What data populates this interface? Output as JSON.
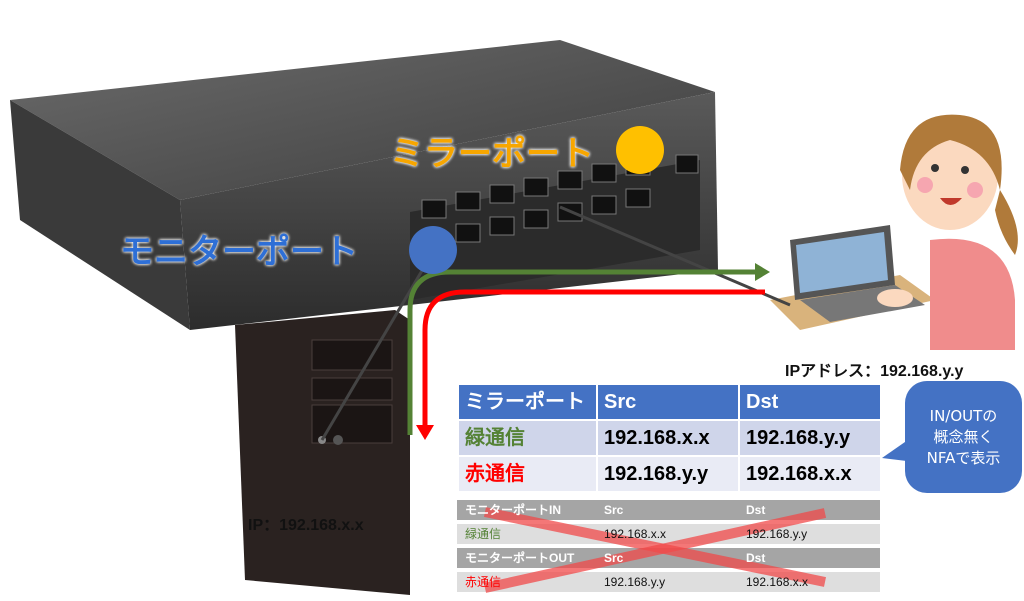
{
  "labels": {
    "mirror_port": "ミラーポート",
    "monitor_port": "モニターポート",
    "pc_ip": "IPアドレス：192.168.y.y",
    "server_ip": "IP：192.168.x.x"
  },
  "colors": {
    "mirror": "#ffc000",
    "monitor": "#4472c4",
    "green_flow": "#548235",
    "red_flow": "#ff0000"
  },
  "mirror_table": {
    "headers": [
      "ミラーポート",
      "Src",
      "Dst"
    ],
    "rows": [
      [
        "緑通信",
        "192.168.x.x",
        "192.168.y.y"
      ],
      [
        "赤通信",
        "192.168.y.y",
        "192.168.x.x"
      ]
    ]
  },
  "monitor_table": {
    "in_headers": [
      "モニターポートIN",
      "Src",
      "Dst"
    ],
    "in_row": [
      "緑通信",
      "192.168.x.x",
      "192.168.y.y"
    ],
    "out_headers": [
      "モニターポートOUT",
      "Src",
      "Dst"
    ],
    "out_row": [
      "赤通信",
      "192.168.y.y",
      "192.168.x.x"
    ]
  },
  "bubble": {
    "text": "IN/OUTの\n概念無く\nNFAで表示"
  }
}
